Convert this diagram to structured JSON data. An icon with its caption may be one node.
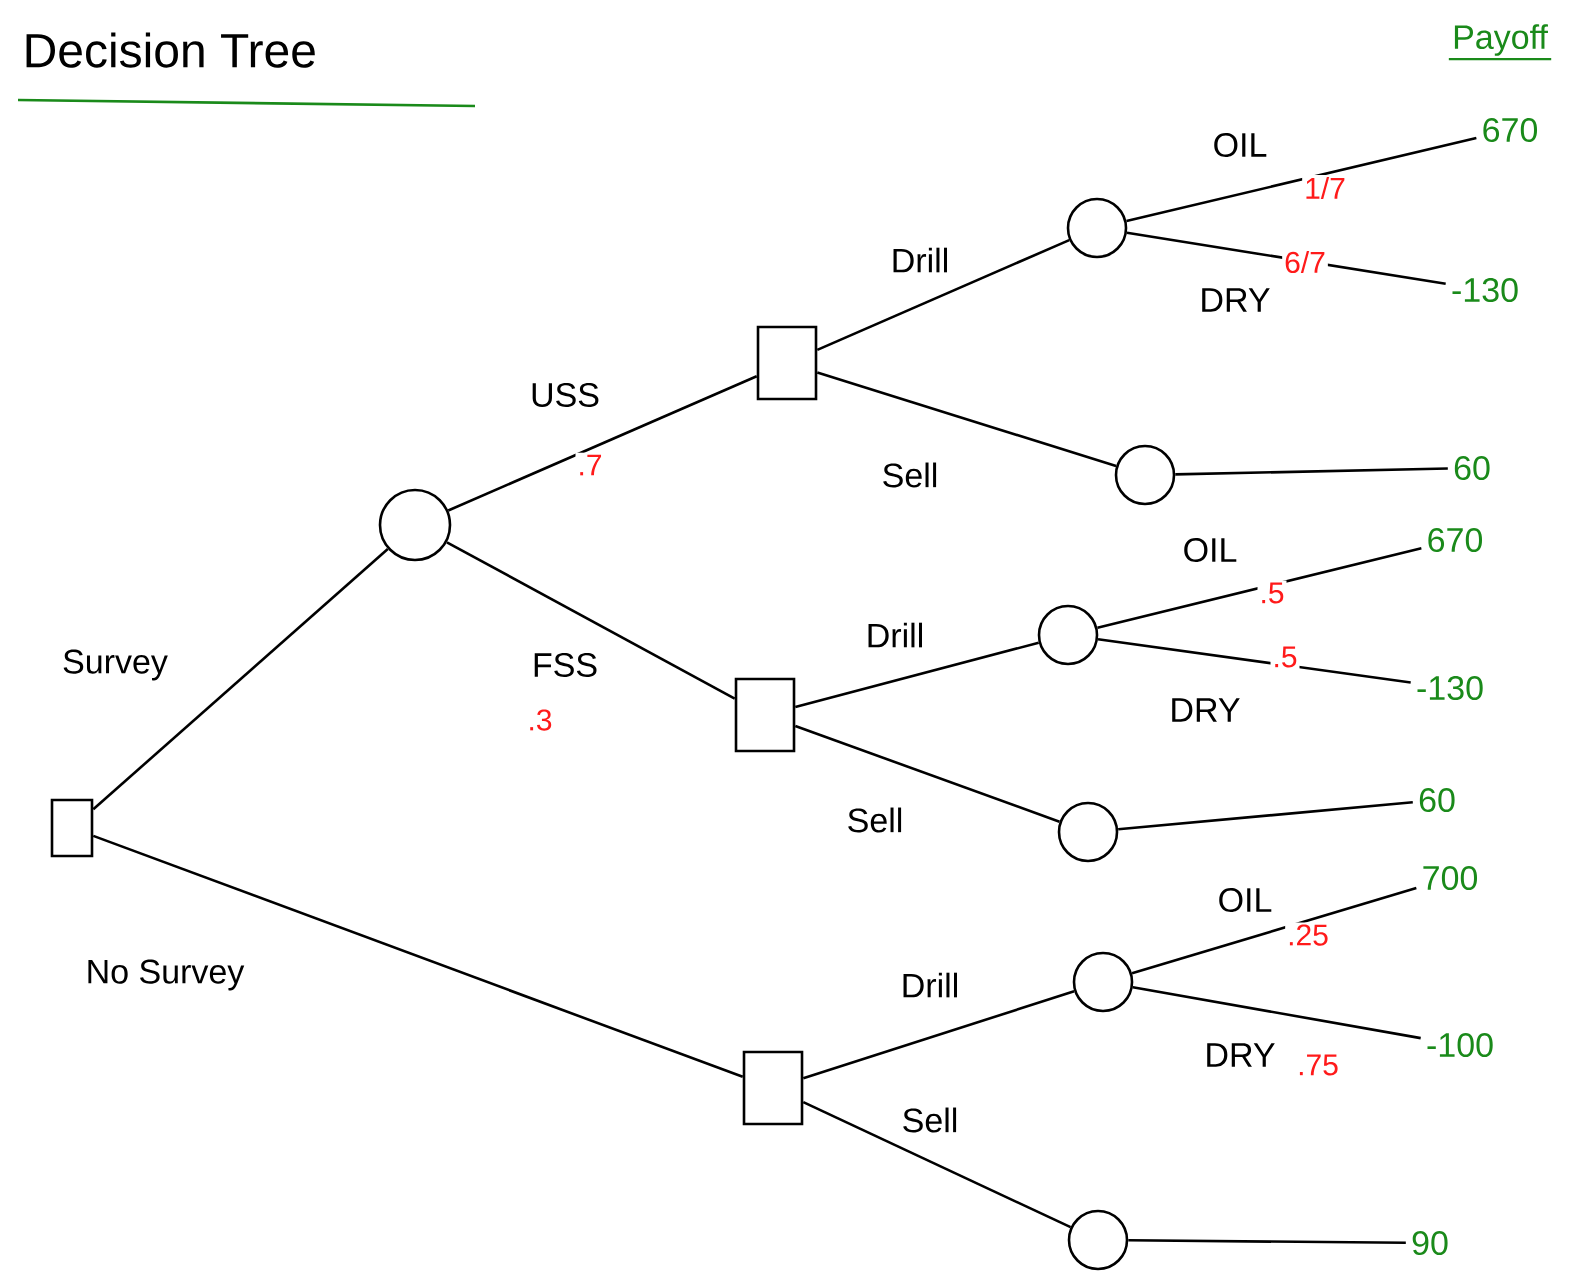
{
  "diagram": {
    "title": "Decision Tree",
    "nodes": [
      {
        "text": [],
        "shape": "box"
      },
      {
        "text": [],
        "shape": "circle"
      },
      {
        "text": [],
        "shape": "box"
      },
      {
        "text": [],
        "shape": "circle"
      },
      {
        "text": [
          "670"
        ]
      },
      {
        "text": [
          "-130"
        ]
      },
      {
        "text": [],
        "shape": "circle"
      },
      {
        "text": [
          "60"
        ]
      },
      {
        "text": [],
        "shape": "box"
      },
      {
        "text": [],
        "shape": "circle"
      },
      {
        "text": [
          "670"
        ]
      },
      {
        "text": [
          "-130"
        ]
      },
      {
        "text": [],
        "shape": "circle"
      },
      {
        "text": [
          "60"
        ]
      },
      {
        "text": [],
        "shape": "box"
      },
      {
        "text": [],
        "shape": "circle"
      },
      {
        "text": [
          "700"
        ]
      },
      {
        "text": [
          "-100"
        ]
      },
      {
        "text": [],
        "shape": "circle"
      },
      {
        "text": [
          "90"
        ]
      }
    ],
    "edges": [
      {
        "from": 0,
        "to": 1,
        "arrow": "none",
        "label": "Survey"
      },
      {
        "from": 0,
        "to": 14,
        "arrow": "none",
        "label": "No Survey"
      },
      {
        "from": 1,
        "to": 2,
        "arrow": "none",
        "label": "USS"
      },
      {
        "from": 1,
        "to": 8,
        "arrow": "none",
        "label": "FSS"
      },
      {
        "from": 2,
        "to": 3,
        "arrow": "none",
        "label": "Drill"
      },
      {
        "from": 2,
        "to": 6,
        "arrow": "none",
        "label": "Sell"
      },
      {
        "from": 3,
        "to": 4,
        "arrow": "none",
        "label": "OIL"
      },
      {
        "from": 3,
        "to": 5,
        "arrow": "none",
        "label": "DRY"
      },
      {
        "from": 6,
        "to": 7,
        "arrow": "none"
      },
      {
        "from": 8,
        "to": 9,
        "arrow": "none",
        "label": "Drill"
      },
      {
        "from": 8,
        "to": 12,
        "arrow": "none",
        "label": "Sell"
      },
      {
        "from": 9,
        "to": 10,
        "arrow": "none",
        "label": "OIL"
      },
      {
        "from": 9,
        "to": 11,
        "arrow": "none",
        "label": "DRY"
      },
      {
        "from": 12,
        "to": 13,
        "arrow": "none"
      },
      {
        "from": 14,
        "to": 15,
        "arrow": "none",
        "label": "Drill"
      },
      {
        "from": 14,
        "to": 18,
        "arrow": "none",
        "label": "Sell"
      },
      {
        "from": 15,
        "to": 16,
        "arrow": "none",
        "label": "OIL"
      },
      {
        "from": 15,
        "to": 17,
        "arrow": "none",
        "label": "DRY"
      },
      {
        "from": 18,
        "to": 19,
        "arrow": "none"
      }
    ],
    "labels": [
      "Payoff",
      "1/7",
      "6/7",
      ".7",
      ".5",
      ".5",
      ".3",
      ".25",
      ".75"
    ]
  }
}
